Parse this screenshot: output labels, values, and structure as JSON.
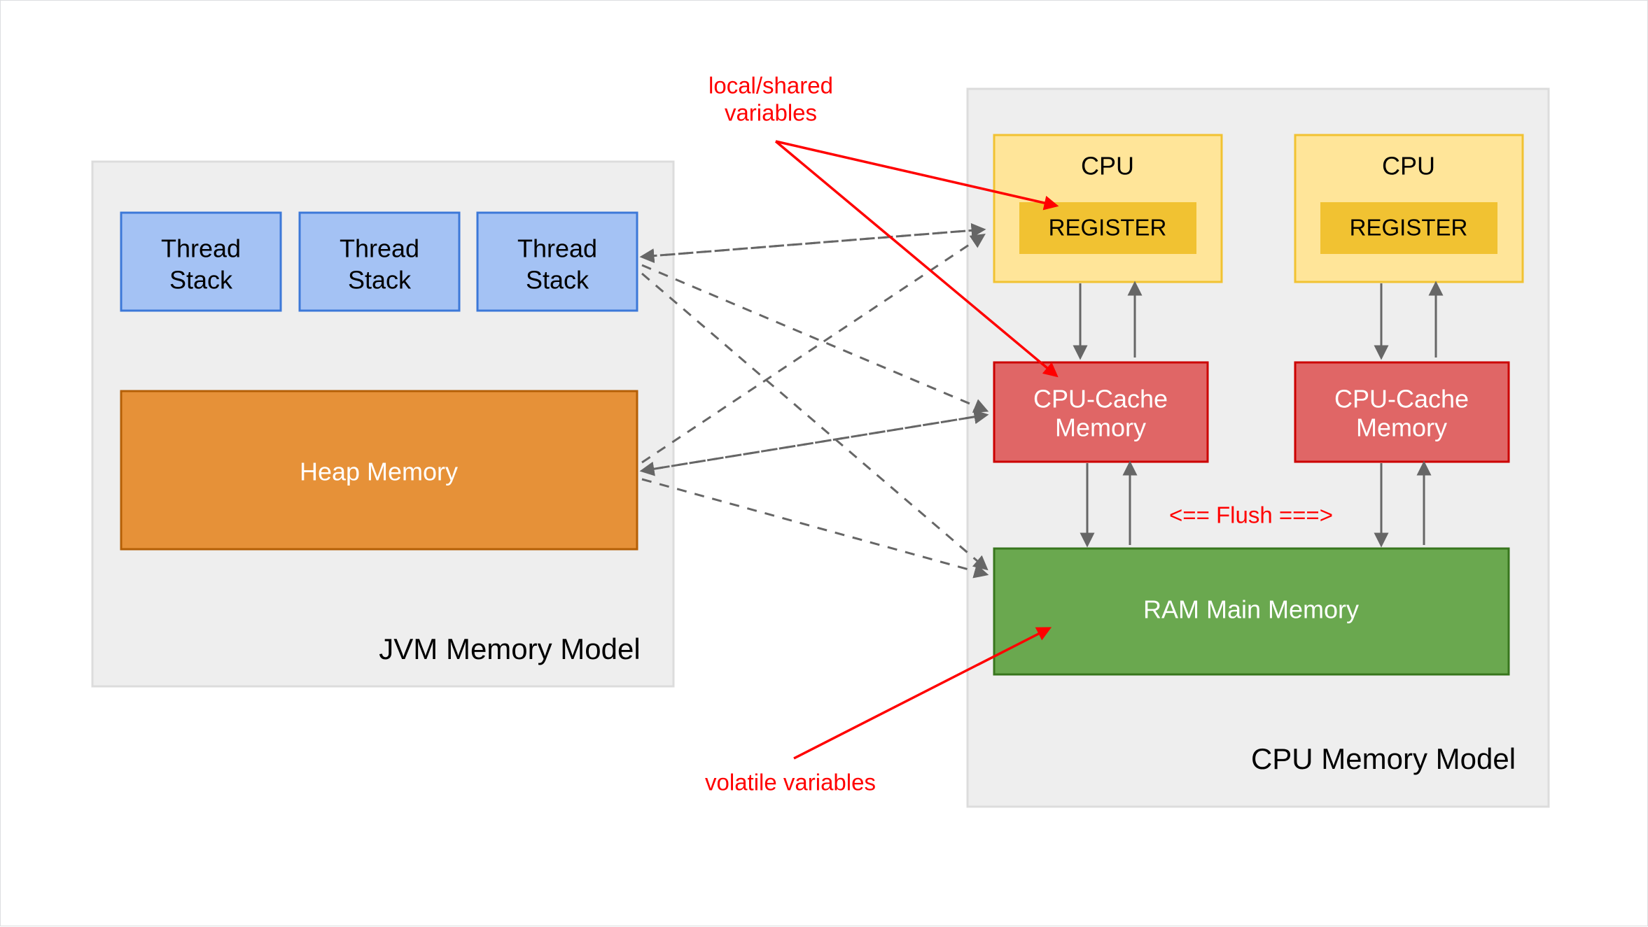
{
  "diagram": {
    "title_jvm": "JVM Memory Model",
    "title_cpu": "CPU Memory Model"
  },
  "jvm": {
    "panel_label": "JVM Memory Model",
    "thread_stacks": [
      {
        "line1": "Thread",
        "line2": "Stack"
      },
      {
        "line1": "Thread",
        "line2": "Stack"
      },
      {
        "line1": "Thread",
        "line2": "Stack"
      }
    ],
    "heap_label": "Heap Memory"
  },
  "cpu": {
    "panel_label": "CPU Memory Model",
    "cores": [
      {
        "cpu_label": "CPU",
        "register_label": "REGISTER",
        "cache_line1": "CPU-Cache",
        "cache_line2": "Memory"
      },
      {
        "cpu_label": "CPU",
        "register_label": "REGISTER",
        "cache_line1": "CPU-Cache",
        "cache_line2": "Memory"
      }
    ],
    "ram_label": "RAM Main Memory",
    "flush_label": "<== Flush ===>"
  },
  "annotations": {
    "local_shared_line1": "local/shared",
    "local_shared_line2": "variables",
    "volatile_label": "volatile variables"
  },
  "colors": {
    "thread_stack_fill": "#a4c2f4",
    "thread_stack_stroke": "#3c78d8",
    "heap_fill": "#e69138",
    "heap_stroke": "#b45f06",
    "cpu_fill": "#ffe599",
    "cpu_stroke": "#f1c232",
    "register_fill": "#f1c232",
    "cache_fill": "#e06666",
    "cache_stroke": "#cc0000",
    "ram_fill": "#6aa84f",
    "ram_stroke": "#38761d",
    "panel_fill": "#eeeeee",
    "annotation_red": "#ff0000",
    "edge_gray": "#666666"
  }
}
